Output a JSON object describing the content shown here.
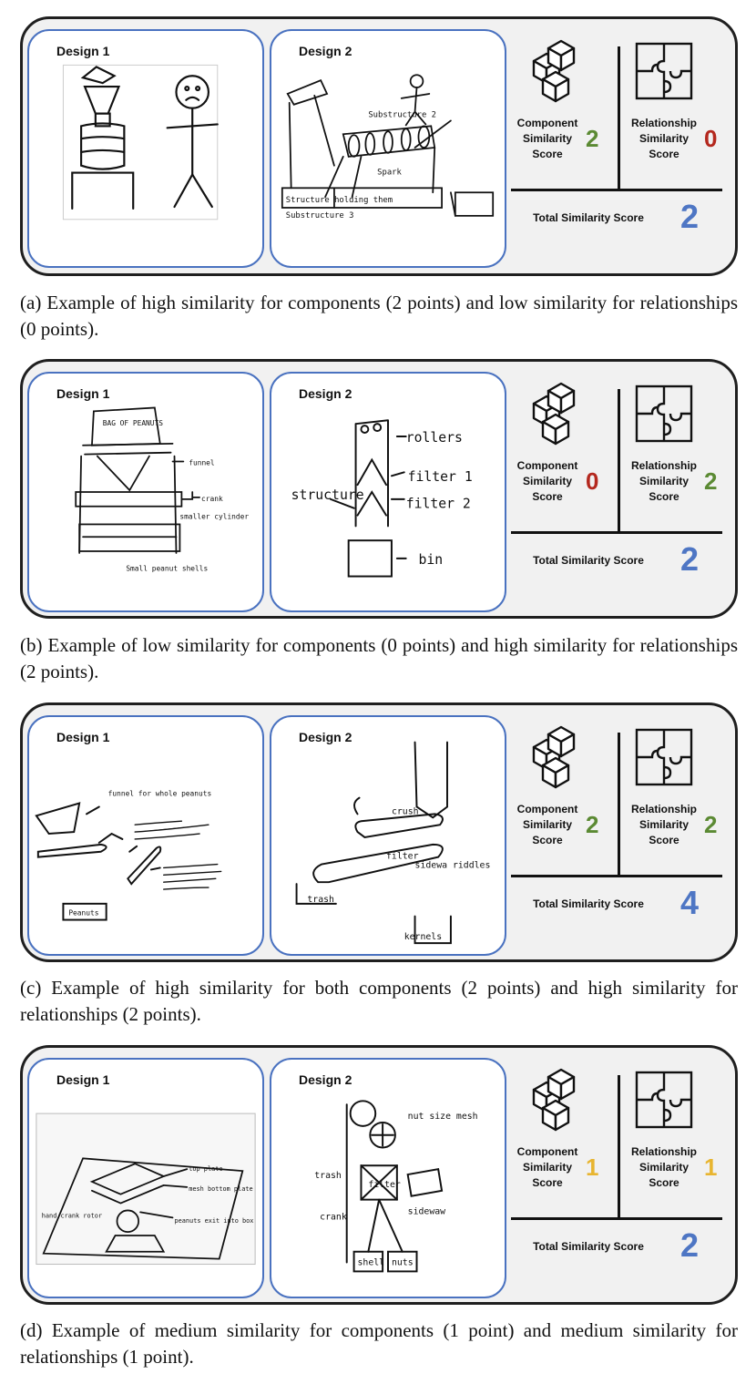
{
  "panels": [
    {
      "design1_label": "Design 1",
      "design2_label": "Design 2",
      "component_label": [
        "Component",
        "Similarity",
        "Score"
      ],
      "relationship_label": [
        "Relationship",
        "Similarity",
        "Score"
      ],
      "component_score": "2",
      "component_color": "#5b8a33",
      "relationship_score": "0",
      "relationship_color": "#b4281e",
      "total_label": "Total Similarity Score",
      "total_score": "2",
      "caption": "(a) Example of high similarity for components (2 points) and low similarity for relationships (0 points)."
    },
    {
      "design1_label": "Design 1",
      "design2_label": "Design 2",
      "component_label": [
        "Component",
        "Similarity",
        "Score"
      ],
      "relationship_label": [
        "Relationship",
        "Similarity",
        "Score"
      ],
      "component_score": "0",
      "component_color": "#b4281e",
      "relationship_score": "2",
      "relationship_color": "#5b8a33",
      "total_label": "Total Similarity Score",
      "total_score": "2",
      "caption": "(b) Example of low similarity for components (0 points) and high similarity for relationships (2 points)."
    },
    {
      "design1_label": "Design 1",
      "design2_label": "Design 2",
      "component_label": [
        "Component",
        "Similarity",
        "Score"
      ],
      "relationship_label": [
        "Relationship",
        "Similarity",
        "Score"
      ],
      "component_score": "2",
      "component_color": "#5b8a33",
      "relationship_score": "2",
      "relationship_color": "#5b8a33",
      "total_label": "Total Similarity Score",
      "total_score": "4",
      "caption": "(c) Example of high similarity for both components (2 points) and high similarity for relationships (2 points)."
    },
    {
      "design1_label": "Design 1",
      "design2_label": "Design 2",
      "component_label": [
        "Component",
        "Similarity",
        "Score"
      ],
      "relationship_label": [
        "Relationship",
        "Similarity",
        "Score"
      ],
      "component_score": "1",
      "component_color": "#e8b530",
      "relationship_score": "1",
      "relationship_color": "#e8b530",
      "total_label": "Total Similarity Score",
      "total_score": "2",
      "caption": "(d) Example of medium similarity for components (1 point) and medium similarity for relationships (1 point)."
    }
  ],
  "sketch_labels": {
    "a2_1": "Substructure 2",
    "a2_2": "Spark",
    "a2_3": "Structure holding them",
    "a2_4": "Substructure 3",
    "b1_1": "BAG OF PEANUTS",
    "b1_2": "funnel",
    "b1_3": "crank",
    "b1_4": "smaller cylinder",
    "b1_5": "Small peanut shells",
    "b2_1": "rollers",
    "b2_2": "filter 1",
    "b2_3": "filter 2",
    "b2_4": "structure",
    "b2_5": "bin",
    "c1_1": "funnel for whole peanuts",
    "c1_2": "Peanuts",
    "c2_1": "crush",
    "c2_2": "filter",
    "c2_3": "trash",
    "c2_4": "kernels",
    "c2_5": "sidewa riddles",
    "d1_1": "top plate",
    "d1_2": "mesh bottom plate",
    "d1_3": "peanuts exit into box",
    "d1_4": "hand crank rotor",
    "d2_1": "nut size mesh",
    "d2_2": "filter",
    "d2_3": "sidewaw",
    "d2_4": "trash",
    "d2_5": "crank",
    "d2_6": "shell",
    "d2_7": "nuts"
  }
}
